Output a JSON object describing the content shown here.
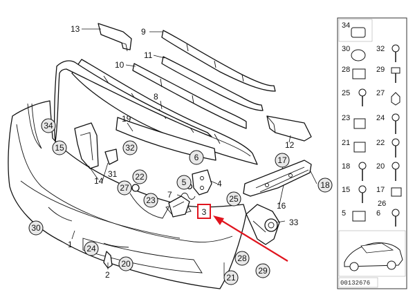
{
  "colors": {
    "highlight": "#e0141e",
    "callout_fill": "#e8e8e8",
    "panel_border": "#333333"
  },
  "labels": {
    "l1": "1",
    "l2": "2",
    "l3": "3",
    "l4": "4",
    "l5": "5",
    "l6": "6",
    "l7": "7",
    "l8": "8",
    "l9": "9",
    "l10": "10",
    "l11": "11",
    "l12": "12",
    "l13": "13",
    "l14": "14",
    "l15": "15",
    "l16": "16",
    "l17": "17",
    "l18": "18",
    "l19": "19",
    "l20": "20",
    "l21": "21",
    "l22": "22",
    "l23": "23",
    "l24": "24",
    "l25": "25",
    "l26": "26",
    "l27": "27",
    "l28": "28",
    "l29": "29",
    "l30": "30",
    "l31": "31",
    "l32": "32",
    "l33": "33",
    "l34": "34"
  },
  "side_panel": {
    "cells": [
      "34",
      "30",
      "32",
      "28",
      "29",
      "25",
      "27",
      "23",
      "24",
      "21",
      "22",
      "18",
      "20",
      "15",
      "17",
      "26",
      "5",
      "6"
    ]
  },
  "highlight_label": "3",
  "catalog_number": "00132676"
}
